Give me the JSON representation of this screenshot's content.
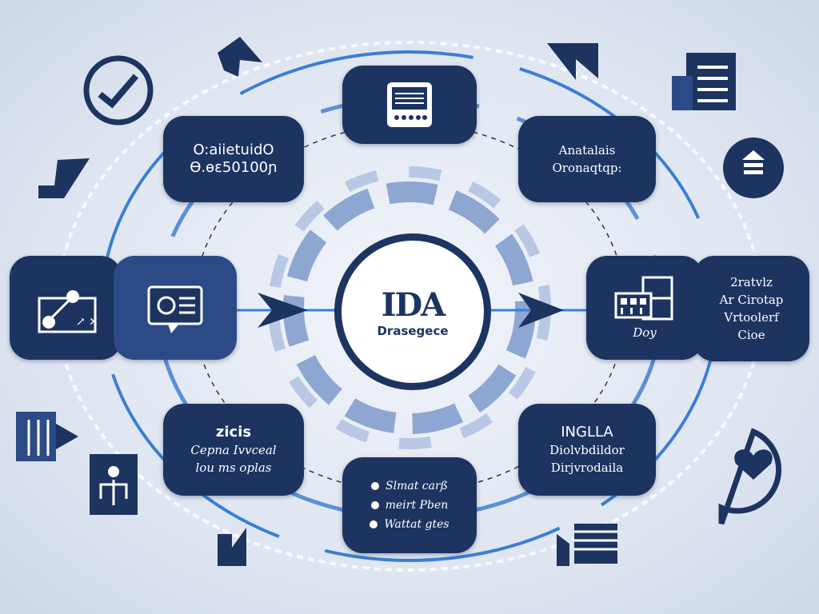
{
  "center": {
    "title": "IDA",
    "subtitle": "Drasegece"
  },
  "nodes": {
    "top_left": {
      "lines": [
        "O:aiietuidO",
        "Ɵ.ɵɛ50100ɲ"
      ]
    },
    "top_right": {
      "lines": [
        "Anatalais",
        "Oronaqtqp:"
      ]
    },
    "right_inner": {
      "label": "Doy"
    },
    "right_outer": {
      "lines": [
        "2ratvlz",
        "Ar Cirotap",
        "Vrtoolerf",
        "Cioe"
      ]
    },
    "bottom_left": {
      "title": "zicis",
      "lines": [
        "Cepna Ivvceal",
        "lou ms oplas"
      ]
    },
    "bottom_right": {
      "title": "INGLLA",
      "lines": [
        "Diolvbdildor",
        "Dirjvrodaila"
      ]
    },
    "bottom_center": {
      "bullets": [
        "Slmat carß",
        "meirt Pben",
        "Wattat gtes"
      ]
    }
  },
  "colors": {
    "navy": "#1d3461",
    "mid": "#2c4a86",
    "ring": "#3b7fd4",
    "soft": "#8ea6d2"
  }
}
